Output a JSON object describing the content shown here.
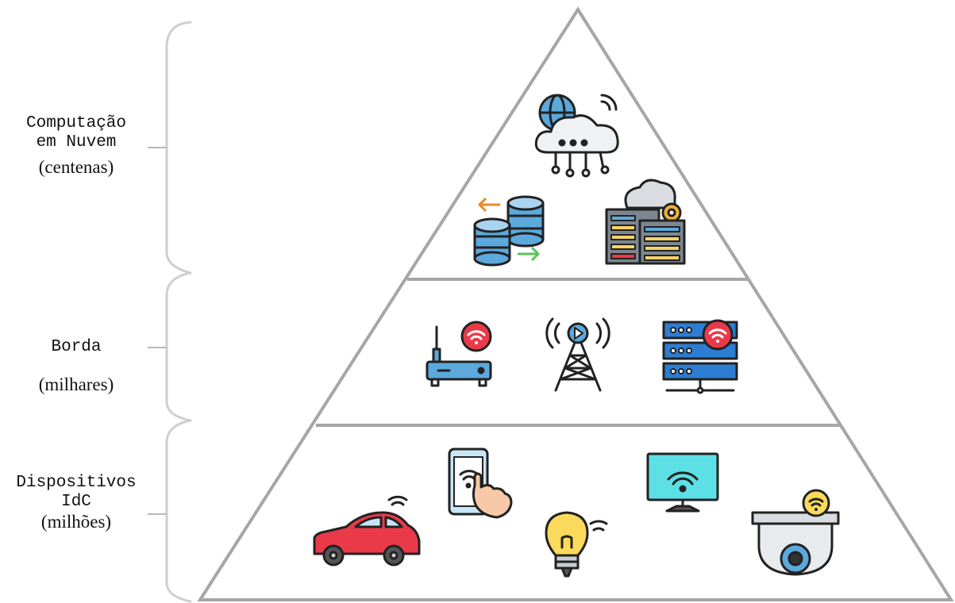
{
  "tiers": [
    {
      "title_lines": [
        "Computação",
        "em Nuvem"
      ],
      "count": "(centenas)"
    },
    {
      "title_lines": [
        "Borda"
      ],
      "count": "(milhares)"
    },
    {
      "title_lines": [
        "Dispositivos",
        "IdC"
      ],
      "count": "(milhões)"
    }
  ],
  "icons": {
    "cloud": [
      "cloud-network-icon",
      "database-transfer-icon",
      "cloud-server-settings-icon"
    ],
    "edge": [
      "wifi-router-icon",
      "broadcast-tower-icon",
      "wifi-server-rack-icon"
    ],
    "devices": [
      "smart-car-icon",
      "smartphone-touch-icon",
      "smart-bulb-icon",
      "smart-tv-icon",
      "security-camera-icon"
    ]
  },
  "colors": {
    "pyramid_stroke": "#a6a6a6",
    "bracket_stroke": "#cfcfcf",
    "icon_blue": "#5ca9dc",
    "icon_red": "#ea3a4a",
    "icon_yellow": "#fbd95a",
    "icon_outline": "#222222"
  }
}
